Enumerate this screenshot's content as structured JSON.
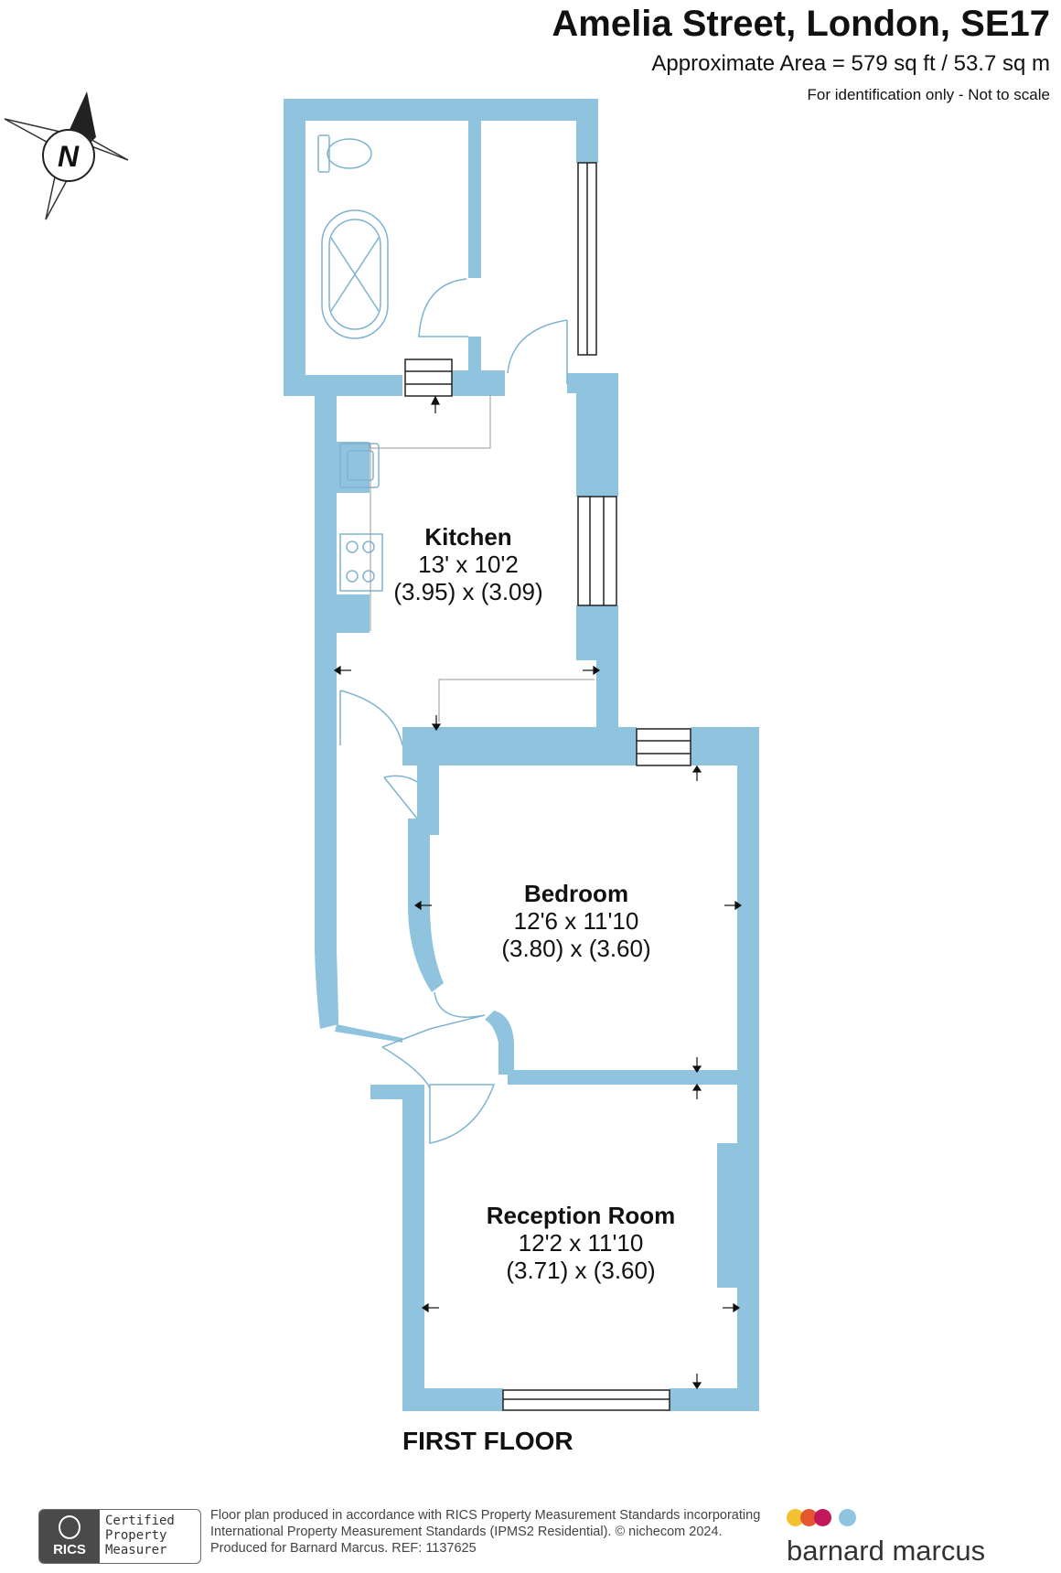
{
  "header": {
    "title": "Amelia Street, London, SE17",
    "area": "Approximate Area = 579 sq ft / 53.7 sq m",
    "note": "For identification only - Not to scale"
  },
  "compass": {
    "letter": "N",
    "icon": "north-arrow-icon"
  },
  "rooms": [
    {
      "name": "Kitchen",
      "imperial": "13' x 10'2",
      "metric": "(3.95) x (3.09)"
    },
    {
      "name": "Bedroom",
      "imperial": "12'6 x 11'10",
      "metric": "(3.80) x (3.60)"
    },
    {
      "name": "Reception Room",
      "imperial": "12'2 x 11'10",
      "metric": "(3.71) x (3.60)"
    }
  ],
  "floor_label": "FIRST FLOOR",
  "footer": {
    "badge_mark": "RICS",
    "badge_lines": [
      "Certified",
      "Property",
      "Measurer"
    ],
    "lines": [
      "Floor plan produced in accordance with RICS Property Measurement Standards incorporating",
      "International Property Measurement Standards (IPMS2 Residential).   © nichecom 2024.",
      "Produced for Barnard Marcus.   REF:  1137625"
    ]
  },
  "brand": {
    "name": "barnard marcus",
    "dot_colors": [
      "#f2c230",
      "#e4572e",
      "#c2185b",
      "#8fc3de"
    ]
  },
  "colors": {
    "wall": "#8fc3de",
    "fixture": "#7fb3d1"
  }
}
